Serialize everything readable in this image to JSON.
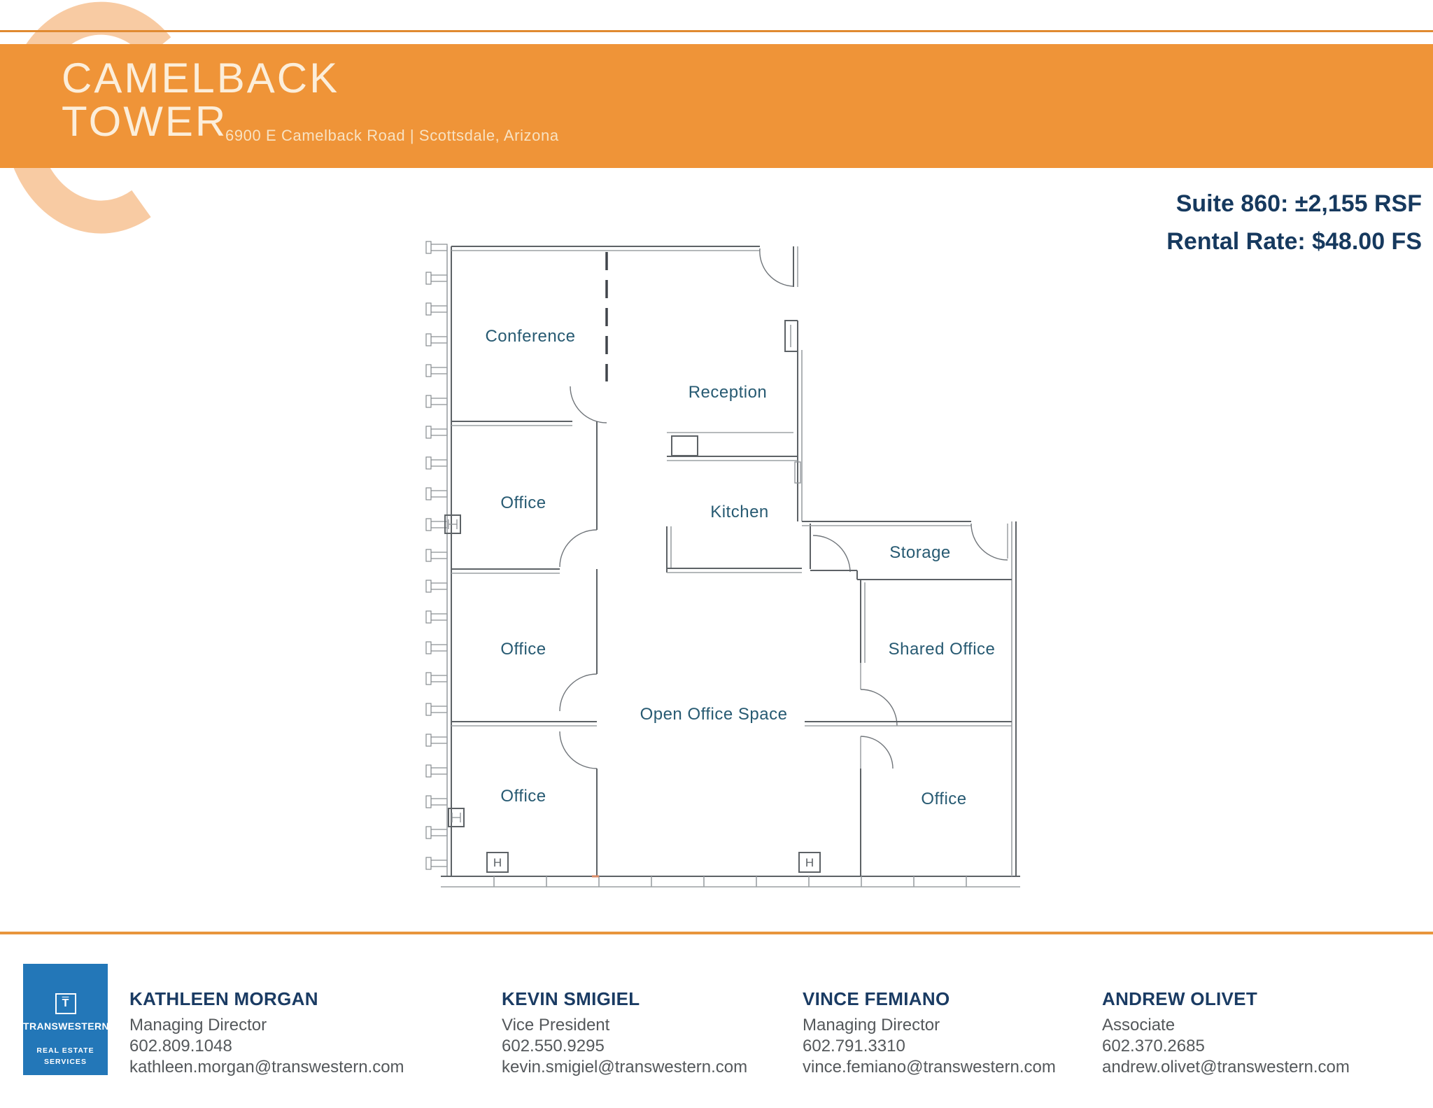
{
  "header": {
    "building_name_line1": "CAMELBACK",
    "building_name_line2": "TOWER",
    "address": "6900 E Camelback Road | Scottsdale, Arizona"
  },
  "listing": {
    "suite_line": "Suite 860: ±2,155 RSF",
    "rate_line": "Rental Rate: $48.00 FS"
  },
  "floorplan": {
    "labels": {
      "conference": "Conference",
      "reception": "Reception",
      "kitchen": "Kitchen",
      "storage": "Storage",
      "shared_office": "Shared Office",
      "open_office": "Open Office Space",
      "office_1": "Office",
      "office_2": "Office",
      "office_3": "Office",
      "office_4": "Office"
    },
    "column_marker": "H"
  },
  "footer": {
    "logo": {
      "t_icon": "T",
      "brand": "TRANSWESTERN",
      "sub1": "REAL ESTATE",
      "sub2": "SERVICES"
    },
    "contacts": [
      {
        "name": "KATHLEEN MORGAN",
        "title": "Managing Director",
        "phone": "602.809.1048",
        "email": "kathleen.morgan@transwestern.com"
      },
      {
        "name": "KEVIN SMIGIEL",
        "title": "Vice President",
        "phone": "602.550.9295",
        "email": "kevin.smigiel@transwestern.com"
      },
      {
        "name": "VINCE FEMIANO",
        "title": "Managing Director",
        "phone": "602.791.3310",
        "email": "vince.femiano@transwestern.com"
      },
      {
        "name": "ANDREW OLIVET",
        "title": "Associate",
        "phone": "602.370.2685",
        "email": "andrew.olivet@transwestern.com"
      }
    ]
  },
  "colors": {
    "banner_orange": "#EF9438",
    "watermark_peach": "#F8CBA3",
    "navy": "#16395E",
    "room_label": "#275A72",
    "logo_blue": "#2377B8",
    "text_gray": "#54585B"
  }
}
